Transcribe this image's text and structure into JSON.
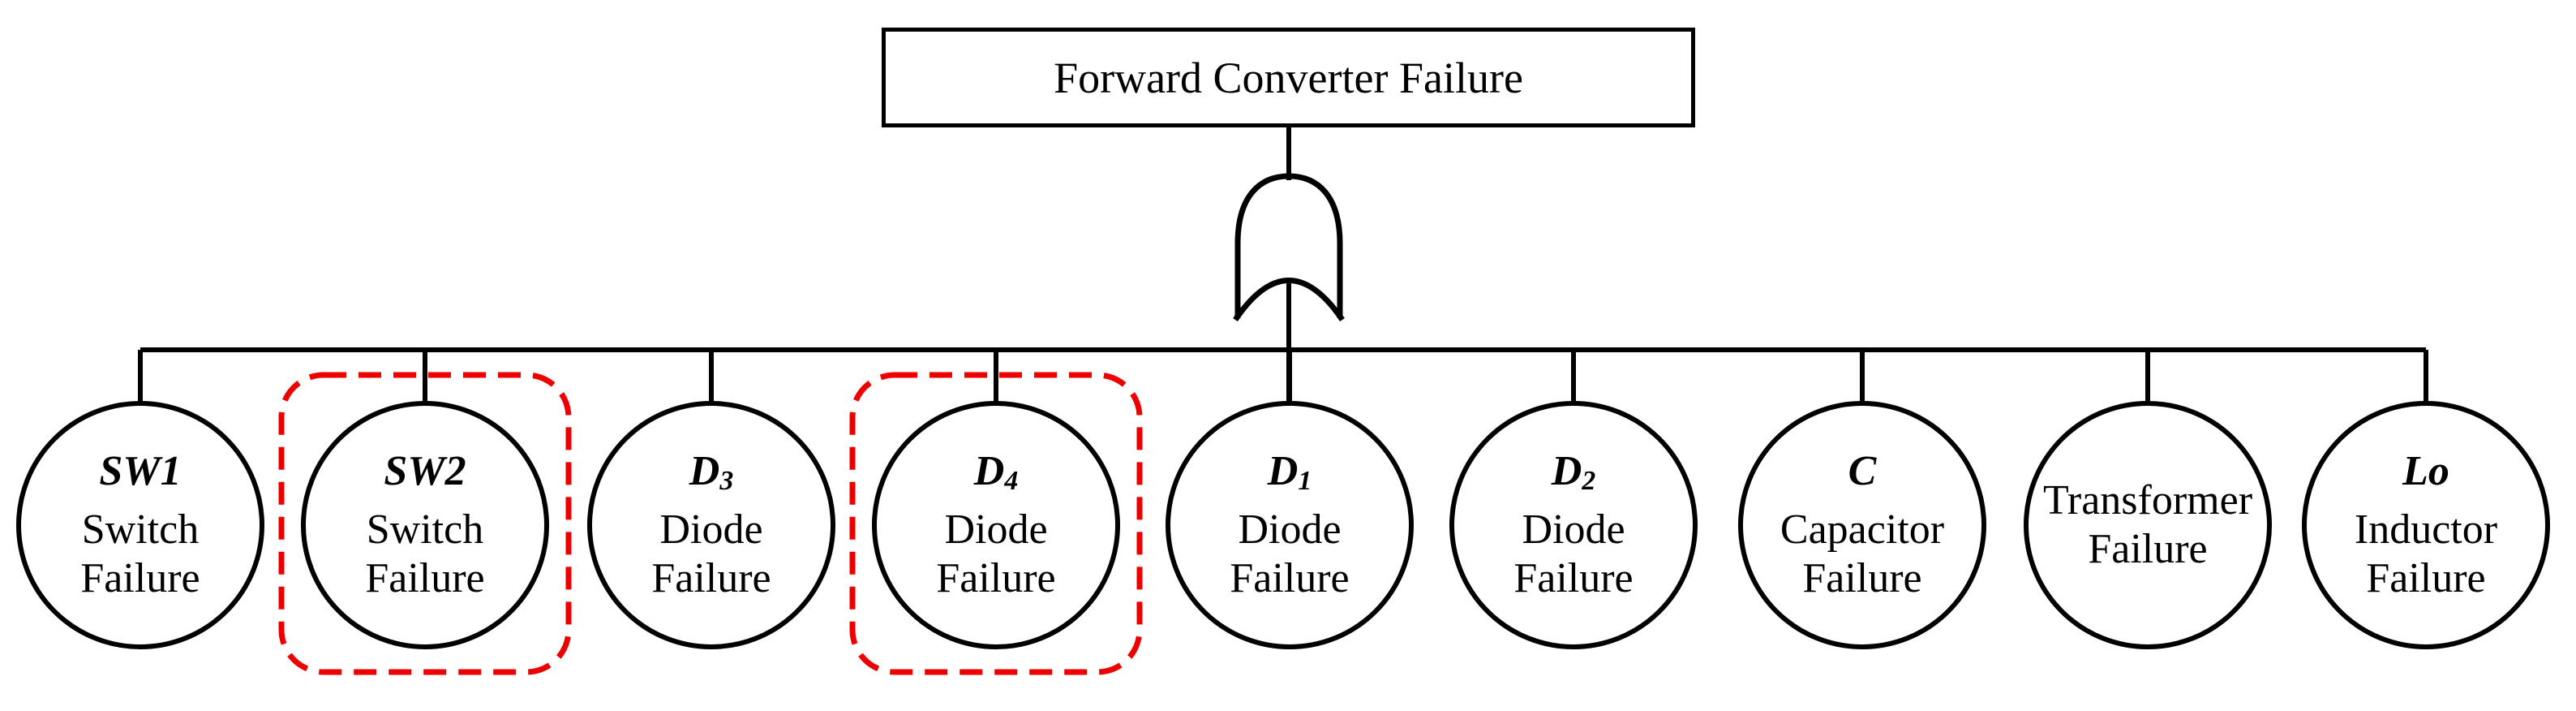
{
  "diagram": {
    "title": "Forward Converter Failure",
    "gate_icon": "or-gate-icon",
    "line_color": "#000000",
    "highlight_color": "#ee0000"
  },
  "nodes": [
    {
      "symbol": "SW1",
      "subscript": "",
      "line1": "Switch",
      "line2": "Failure",
      "highlighted": false
    },
    {
      "symbol": "SW2",
      "subscript": "",
      "line1": "Switch",
      "line2": "Failure",
      "highlighted": true
    },
    {
      "symbol": "D",
      "subscript": "3",
      "line1": "Diode",
      "line2": "Failure",
      "highlighted": false
    },
    {
      "symbol": "D",
      "subscript": "4",
      "line1": "Diode",
      "line2": "Failure",
      "highlighted": true
    },
    {
      "symbol": "D",
      "subscript": "1",
      "line1": "Diode",
      "line2": "Failure",
      "highlighted": false
    },
    {
      "symbol": "D",
      "subscript": "2",
      "line1": "Diode",
      "line2": "Failure",
      "highlighted": false
    },
    {
      "symbol": "C",
      "subscript": "",
      "line1": "Capacitor",
      "line2": "Failure",
      "highlighted": false
    },
    {
      "symbol": "",
      "subscript": "",
      "line1": "Transformer",
      "line2": "Failure",
      "highlighted": false
    },
    {
      "symbol": "Lo",
      "subscript": "",
      "line1": "Inductor",
      "line2": "Failure",
      "highlighted": false
    }
  ]
}
